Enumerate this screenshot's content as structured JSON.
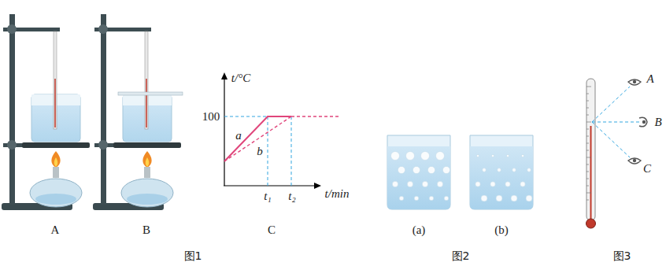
{
  "diagram": {
    "labels": [
      "A",
      "B",
      "图1",
      "t/°C",
      "100",
      "a",
      "b",
      "t₁",
      "t₂",
      "t/min",
      "C",
      "(a)",
      "(b)",
      "图2",
      "A",
      "B",
      "C",
      "图3"
    ]
  }
}
